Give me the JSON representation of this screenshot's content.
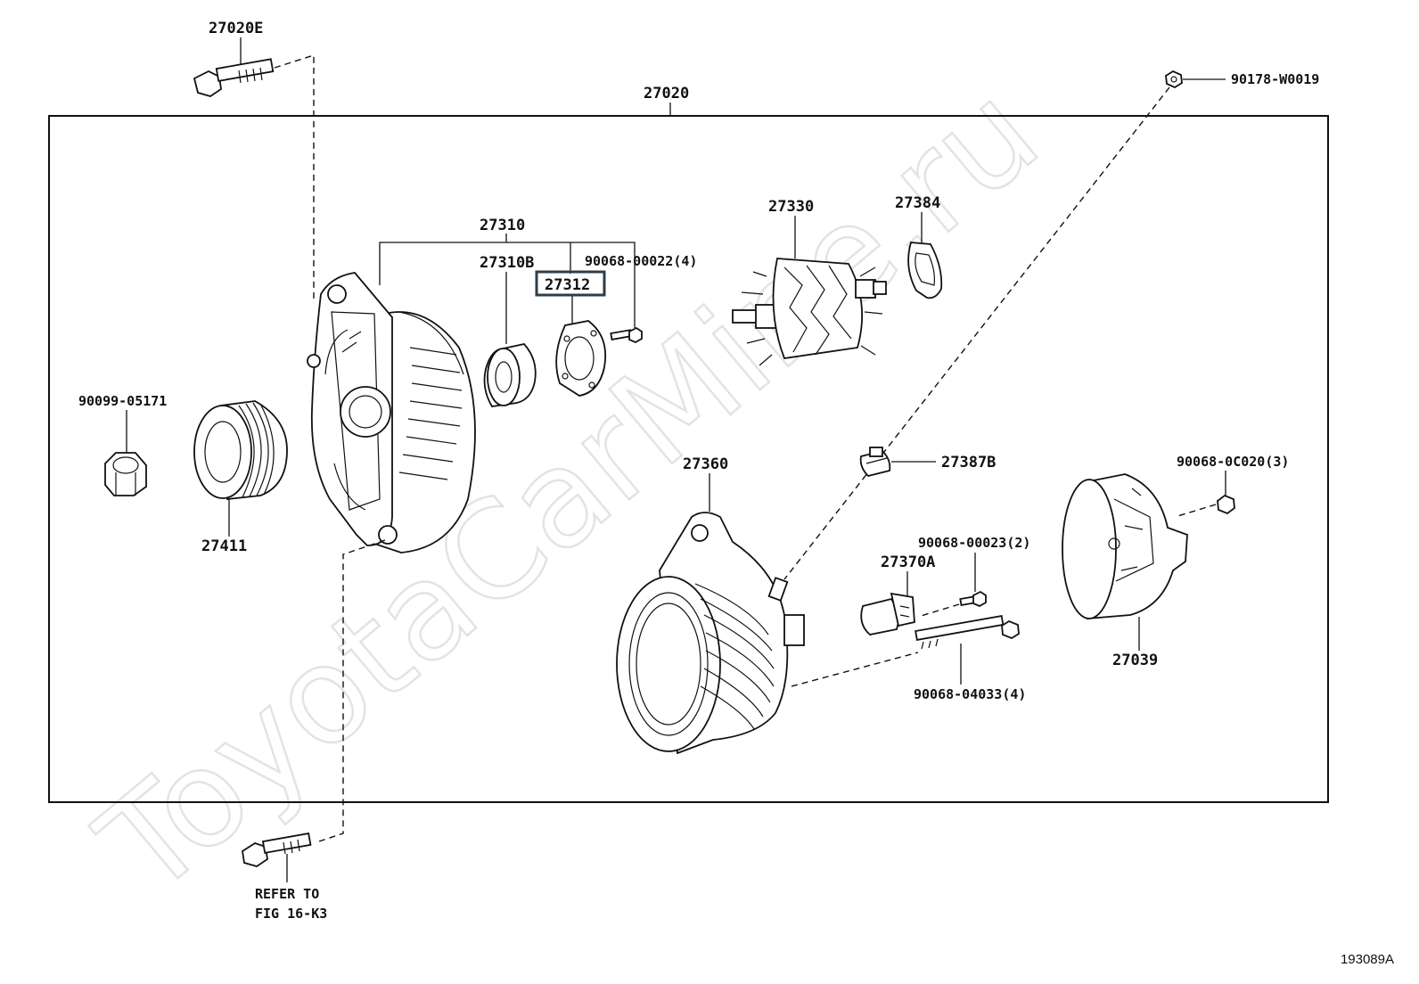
{
  "watermark": "ToyotaCarMine.ru",
  "figure_id": "193089A",
  "labels": {
    "p27020E": "27020E",
    "p27020": "27020",
    "p90178": "90178-W0019",
    "p27310": "27310",
    "p27310B": "27310B",
    "p90068_00022": "90068-00022(4)",
    "p27312": "27312",
    "p27330": "27330",
    "p27384": "27384",
    "p90099": "90099-05171",
    "p27411": "27411",
    "p27360": "27360",
    "p27387B": "27387B",
    "p90068_0C020": "90068-0C020(3)",
    "p90068_00023": "90068-00023(2)",
    "p27370A": "27370A",
    "p27039": "27039",
    "p90068_04033": "90068-04033(4)",
    "refer_line1": "REFER TO",
    "refer_line2": "FIG 16-K3"
  },
  "highlight_color": "#2d3e4a"
}
